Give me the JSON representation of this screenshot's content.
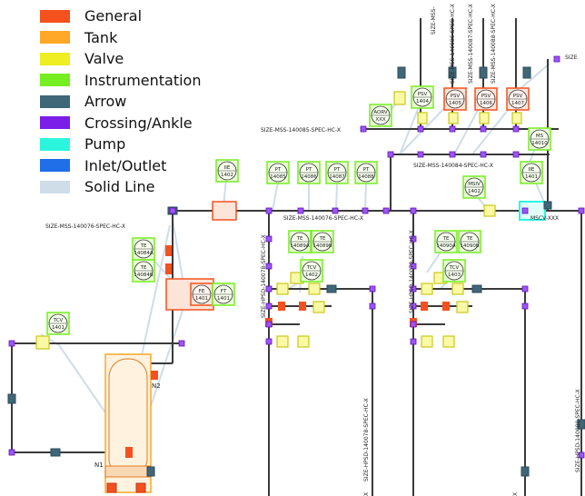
{
  "legend": [
    {
      "label": "General",
      "color": "#f4511e"
    },
    {
      "label": "Tank",
      "color": "#ffa726"
    },
    {
      "label": "Valve",
      "color": "#eeee22"
    },
    {
      "label": "Instrumentation",
      "color": "#76ee21"
    },
    {
      "label": "Arrow",
      "color": "#3f6777"
    },
    {
      "label": "Crossing/Ankle",
      "color": "#7b1fe8"
    },
    {
      "label": "Pump",
      "color": "#2bf5dd"
    },
    {
      "label": "Inlet/Outlet",
      "color": "#1e6fe8"
    },
    {
      "label": "Solid Line",
      "color": "#cfdde8"
    }
  ],
  "line_labels": {
    "top_right": "SIZE",
    "mss_140085": "SIZE-MSS-140085-SPEC-HC-X",
    "mss_140084": "SIZE-MSS-140084-SPEC-HC-X",
    "mss_140076_left": "SIZE-MSS-140076-SPEC-HC-X",
    "mss_140076_mid": "SIZE-MSS-140076-SPEC-HC-X",
    "v_140086": "SIZE-MSS-140086-SPEC-HC-X",
    "v_140087": "SIZE-MSS-140087-SPEC-HC-X",
    "v_140088": "SIZE-MSS-140088-SPEC-HC-X",
    "v_top_left": "SIZE-MSS-",
    "hpsd_140078": "SIZE-HPSD-140078-SPEC-HC-X",
    "hpsd_140079": "SIZE-HPSD-140079-SPEC-HC-X",
    "hpsd_140078_b": "SIZE-HPSD-140078-SPEC-HC-X",
    "hpsd_140080": "SIZE-HPSD-140080-SPEC-HC-X",
    "bottom_x1": "X",
    "bottom_x2": "X"
  },
  "instruments": [
    {
      "id": "ie1402",
      "l1": "IIE",
      "l2": "1402"
    },
    {
      "id": "pt14085",
      "l1": "PT",
      "l2": "14085"
    },
    {
      "id": "pt14086",
      "l1": "PT",
      "l2": "14086"
    },
    {
      "id": "pt14087",
      "l1": "PT",
      "l2": "14087"
    },
    {
      "id": "pt14088",
      "l1": "PT",
      "l2": "14088"
    },
    {
      "id": "psv1404",
      "l1": "PSV",
      "l2": "1404"
    },
    {
      "id": "psv1405",
      "l1": "PSV",
      "l2": "1405"
    },
    {
      "id": "psv1406",
      "l1": "PSV",
      "l2": "1406"
    },
    {
      "id": "psv1407",
      "l1": "PSV",
      "l2": "1407"
    },
    {
      "id": "aorv",
      "l1": "AORV",
      "l2": "XXX"
    },
    {
      "id": "ms14010",
      "l1": "MS",
      "l2": "14010"
    },
    {
      "id": "ie1401",
      "l1": "IIE",
      "l2": "1401"
    },
    {
      "id": "msiv1402",
      "l1": "MSIV",
      "l2": "1402"
    },
    {
      "id": "te14084a",
      "l1": "TE",
      "l2": "14084A"
    },
    {
      "id": "te14084b",
      "l1": "TE",
      "l2": "14084B"
    },
    {
      "id": "fe1401",
      "l1": "FE",
      "l2": "1401"
    },
    {
      "id": "ft1401",
      "l1": "FT",
      "l2": "1401"
    },
    {
      "id": "tcv1401",
      "l1": "TCV",
      "l2": "1401"
    },
    {
      "id": "te14089a",
      "l1": "TE",
      "l2": "14089A"
    },
    {
      "id": "te14089b",
      "l1": "TE",
      "l2": "14089B"
    },
    {
      "id": "tcv1402",
      "l1": "TCV",
      "l2": "1402"
    },
    {
      "id": "te14090a",
      "l1": "TE",
      "l2": "14090A"
    },
    {
      "id": "te14090b",
      "l1": "TE",
      "l2": "14090B"
    },
    {
      "id": "tcv1403",
      "l1": "TCV",
      "l2": "1403"
    }
  ],
  "nozzles": {
    "n1": "N1",
    "n2": "N2"
  },
  "pump_label": "MSCV-XXX"
}
